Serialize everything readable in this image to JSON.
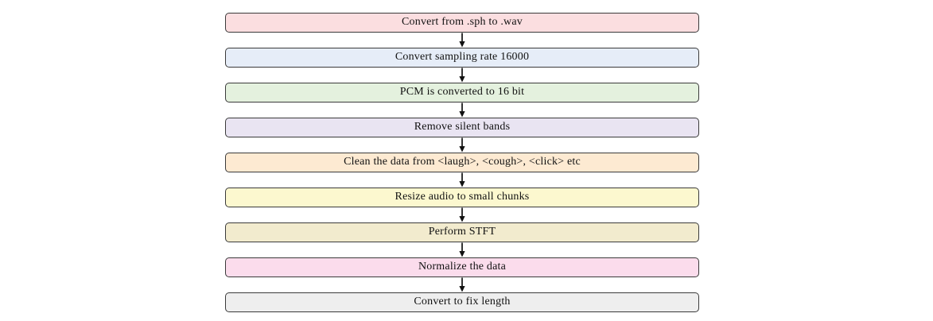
{
  "flowchart": {
    "background_color": "#ffffff",
    "box_border_color": "#3a3a3a",
    "arrow_color": "#111111",
    "text_color": "#111111",
    "steps": [
      {
        "label": "Convert from .sph to .wav",
        "fill": "#fbdee0"
      },
      {
        "label": "Convert sampling rate 16000",
        "fill": "#e6edf8"
      },
      {
        "label": "PCM is converted to 16 bit",
        "fill": "#e4f1de"
      },
      {
        "label": "Remove silent bands",
        "fill": "#e9e4f2"
      },
      {
        "label": "Clean the data from <laugh>, <cough>, <click> etc",
        "fill": "#fdead2"
      },
      {
        "label": "Resize audio to small chunks",
        "fill": "#fcf8cf"
      },
      {
        "label": "Perform STFT",
        "fill": "#f2ebce"
      },
      {
        "label": "Normalize the data",
        "fill": "#fbdcec"
      },
      {
        "label": "Convert to fix length",
        "fill": "#eeeeee"
      }
    ]
  }
}
